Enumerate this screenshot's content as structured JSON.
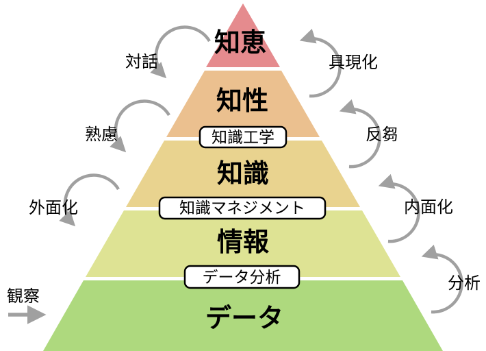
{
  "diagram": {
    "type": "pyramid",
    "levels": [
      {
        "id": "wisdom",
        "label": "知恵",
        "color": "#e58b8e"
      },
      {
        "id": "intelligence",
        "label": "知性",
        "color": "#ebc08f"
      },
      {
        "id": "knowledge",
        "label": "知識",
        "color": "#e9d38f"
      },
      {
        "id": "information",
        "label": "情報",
        "color": "#dee394"
      },
      {
        "id": "data",
        "label": "データ",
        "color": "#aed97e"
      }
    ],
    "bridges": [
      {
        "id": "knowledge-engineering",
        "label": "知識工学"
      },
      {
        "id": "knowledge-management",
        "label": "知識マネジメント"
      },
      {
        "id": "data-analysis",
        "label": "データ分析"
      }
    ],
    "left_processes": [
      {
        "id": "dialogue",
        "label": "対話"
      },
      {
        "id": "deliberation",
        "label": "熟慮"
      },
      {
        "id": "externalization",
        "label": "外面化"
      },
      {
        "id": "observation",
        "label": "観察"
      }
    ],
    "right_processes": [
      {
        "id": "embodiment",
        "label": "具現化"
      },
      {
        "id": "rumination",
        "label": "反芻"
      },
      {
        "id": "internalization",
        "label": "内面化"
      },
      {
        "id": "analysis",
        "label": "分析"
      }
    ],
    "colors": {
      "arrow": "#a0a0a0",
      "box_fill": "#ffffff",
      "box_border": "#000000",
      "text": "#000000"
    }
  }
}
